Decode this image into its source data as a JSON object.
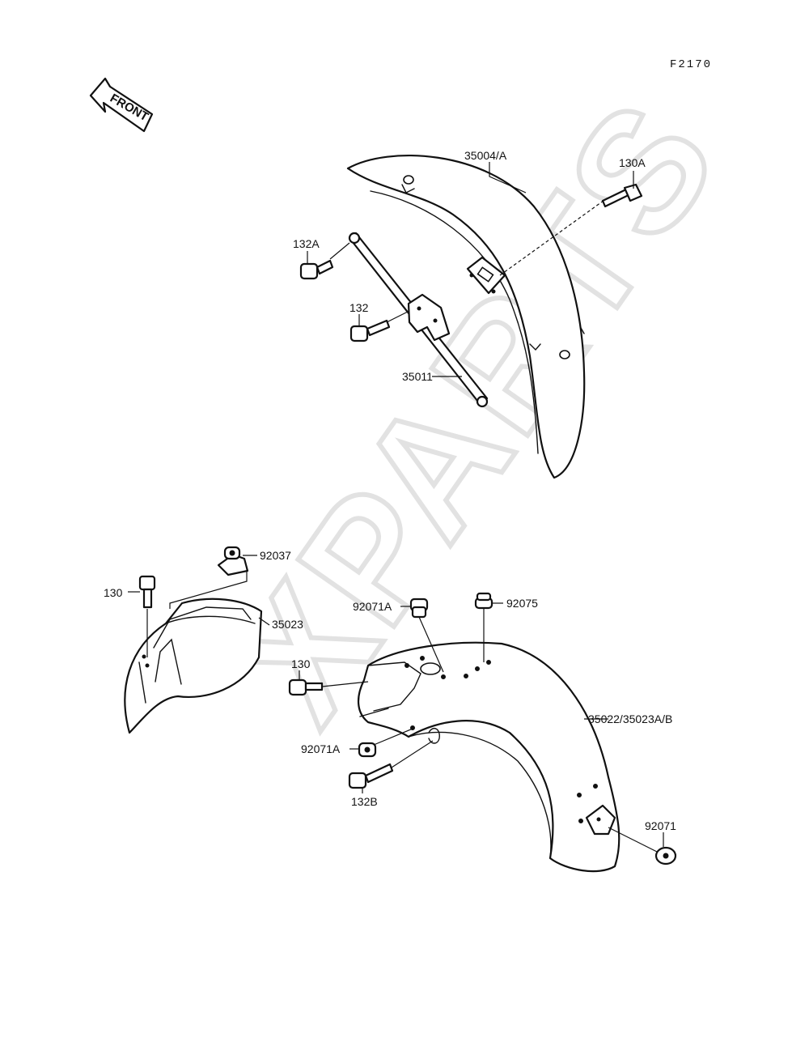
{
  "figure_code": "F2170",
  "front_arrow_text": "FRONT",
  "watermark": "XPARTS",
  "parts": {
    "rear_fender_upper": "35004/A",
    "bolt_130A": "130A",
    "bolt_132A": "132A",
    "bolt_132": "132",
    "stay_35011": "35011",
    "damper_92037": "92037",
    "bolt_130_left": "130",
    "flap_35023": "35023",
    "grommet_92071A_top": "92071A",
    "grommet_92075": "92075",
    "bolt_130_mid": "130",
    "fender_35022": "35022/35023A/B",
    "grommet_92071A_low": "92071A",
    "bolt_132B": "132B",
    "grommet_92071": "92071"
  }
}
